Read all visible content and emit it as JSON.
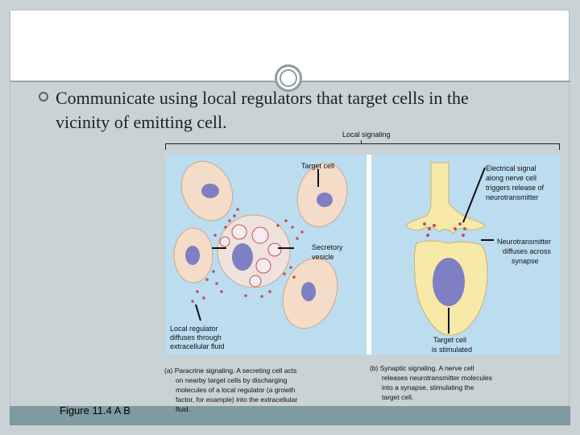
{
  "slide": {
    "bullet_text_line1": "Communicate using local regulators that target cells in the",
    "bullet_text_line2": "vicinity of emitting cell.",
    "figure_label": "Figure 11.4 A B"
  },
  "figure": {
    "title": "Local signaling",
    "labels": {
      "target_cell": "Target cell",
      "secretory_vesicle_1": "Secretory",
      "secretory_vesicle_2": "vesicle",
      "local_regulator_1": "Local regulator",
      "local_regulator_2": "diffuses through",
      "local_regulator_3": "extracellular fluid",
      "electrical_1": "Electrical signal",
      "electrical_2": "along nerve cell",
      "electrical_3": "triggers release of",
      "electrical_4": "neurotransmitter",
      "neuro_1": "Neurotransmitter",
      "neuro_2": "diffuses across",
      "neuro_3": "synapse",
      "target_stim_1": "Target cell",
      "target_stim_2": "is stimulated"
    },
    "caption_a": {
      "line1": "(a) Paracrine signaling. A secreting cell acts",
      "line2": "on nearby target cells by discharging",
      "line3": "molecules of a local regulator (a growth",
      "line4": "factor, for example) into the extracellular",
      "line5": "fluid."
    },
    "caption_b": {
      "line1": "(b) Synaptic signaling. A nerve cell",
      "line2": "releases neurotransmitter molecules",
      "line3": "into a synapse, stimulating the",
      "line4": "target cell."
    }
  },
  "colors": {
    "background": "#c9d2d5",
    "panel": "#bcdcf0",
    "cell": "#f4dcc8",
    "nucleus": "#7f7fc4",
    "nerve": "#f7e9a8",
    "dots": "#c0505a"
  }
}
